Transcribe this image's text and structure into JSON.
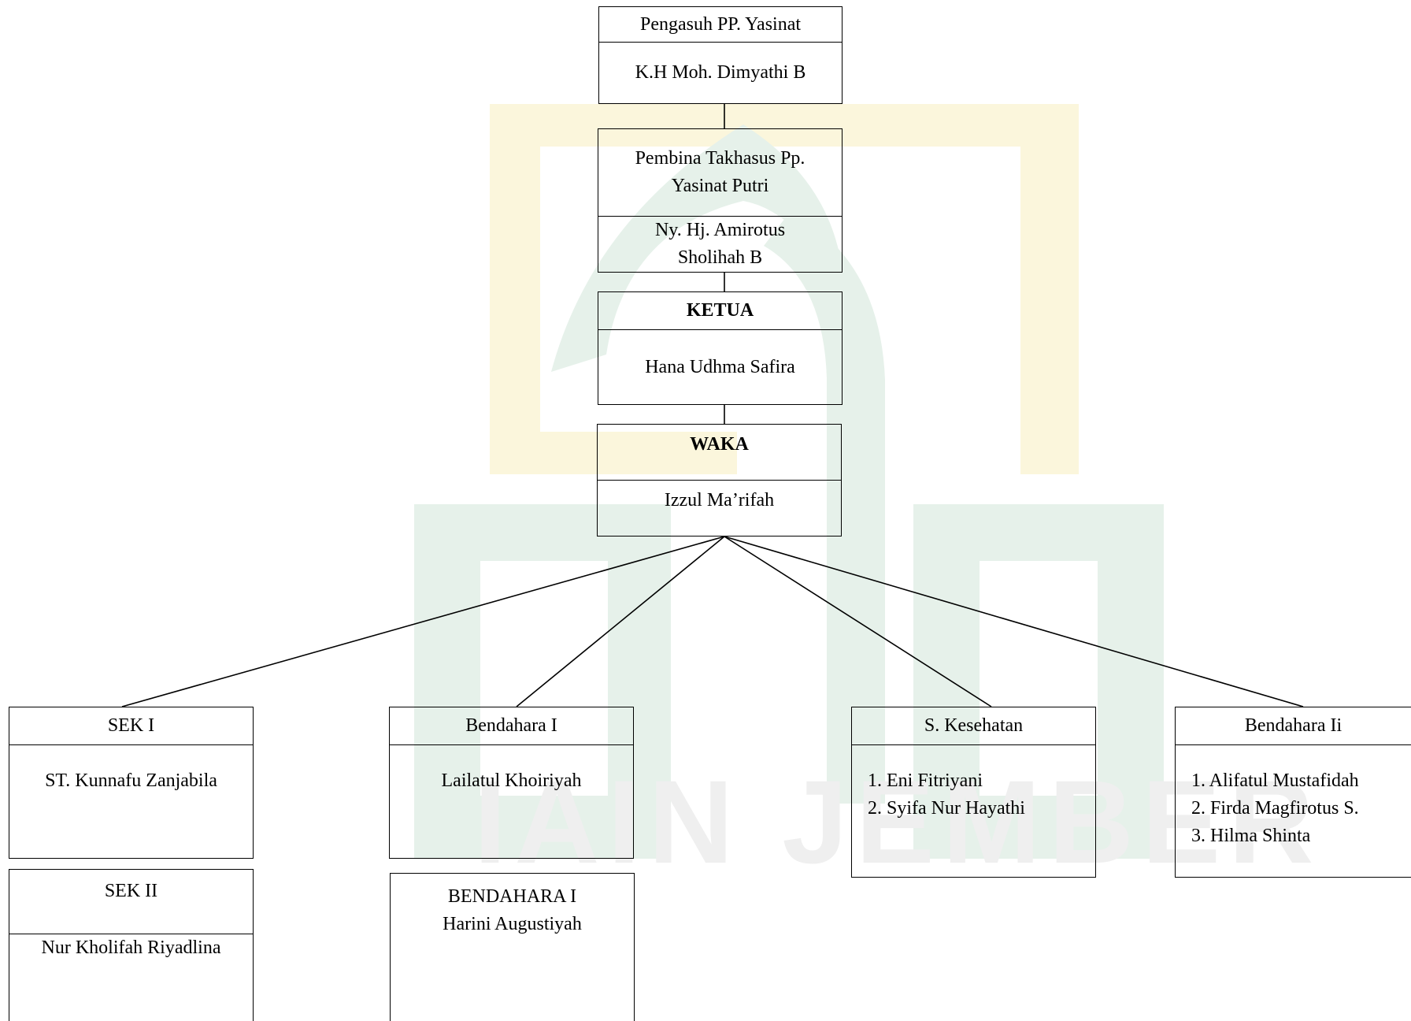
{
  "nodes": {
    "pengasuh": {
      "title": "Pengasuh PP. Yasinat",
      "name": "K.H Moh. Dimyathi B"
    },
    "pembina": {
      "title": "Pembina Takhasus Pp. Yasinat Putri",
      "name": "Ny. Hj. Amirotus Sholihah B"
    },
    "ketua": {
      "title": "KETUA",
      "name": "Hana Udhma Safira"
    },
    "waka": {
      "title": "WAKA",
      "name": "Izzul Ma’rifah"
    },
    "sek1": {
      "title": "SEK I",
      "name": "ST. Kunnafu Zanjabila"
    },
    "sek2": {
      "title": "SEK II",
      "name": "Nur Kholifah Riyadlina"
    },
    "bendahara1": {
      "title": "Bendahara I",
      "name": "Lailatul Khoiriyah"
    },
    "bendahara1b": {
      "title": "BENDAHARA I",
      "name": "Harini Augustiyah"
    },
    "kesehatan": {
      "title": "S. Kesehatan",
      "members": [
        "1. Eni Fitriyani",
        "2. Syifa Nur Hayathi"
      ]
    },
    "bendahara2": {
      "title": "Bendahara Ii",
      "members": [
        "1. Alifatul Mustafidah",
        "2. Firda Magfirotus S.",
        "3. Hilma Shinta"
      ]
    }
  },
  "watermark": {
    "text": "IAIN JEMBER",
    "colors": {
      "gold": "#fbf6dc",
      "green": "#e6f1ea",
      "gray": "#efefef"
    }
  }
}
